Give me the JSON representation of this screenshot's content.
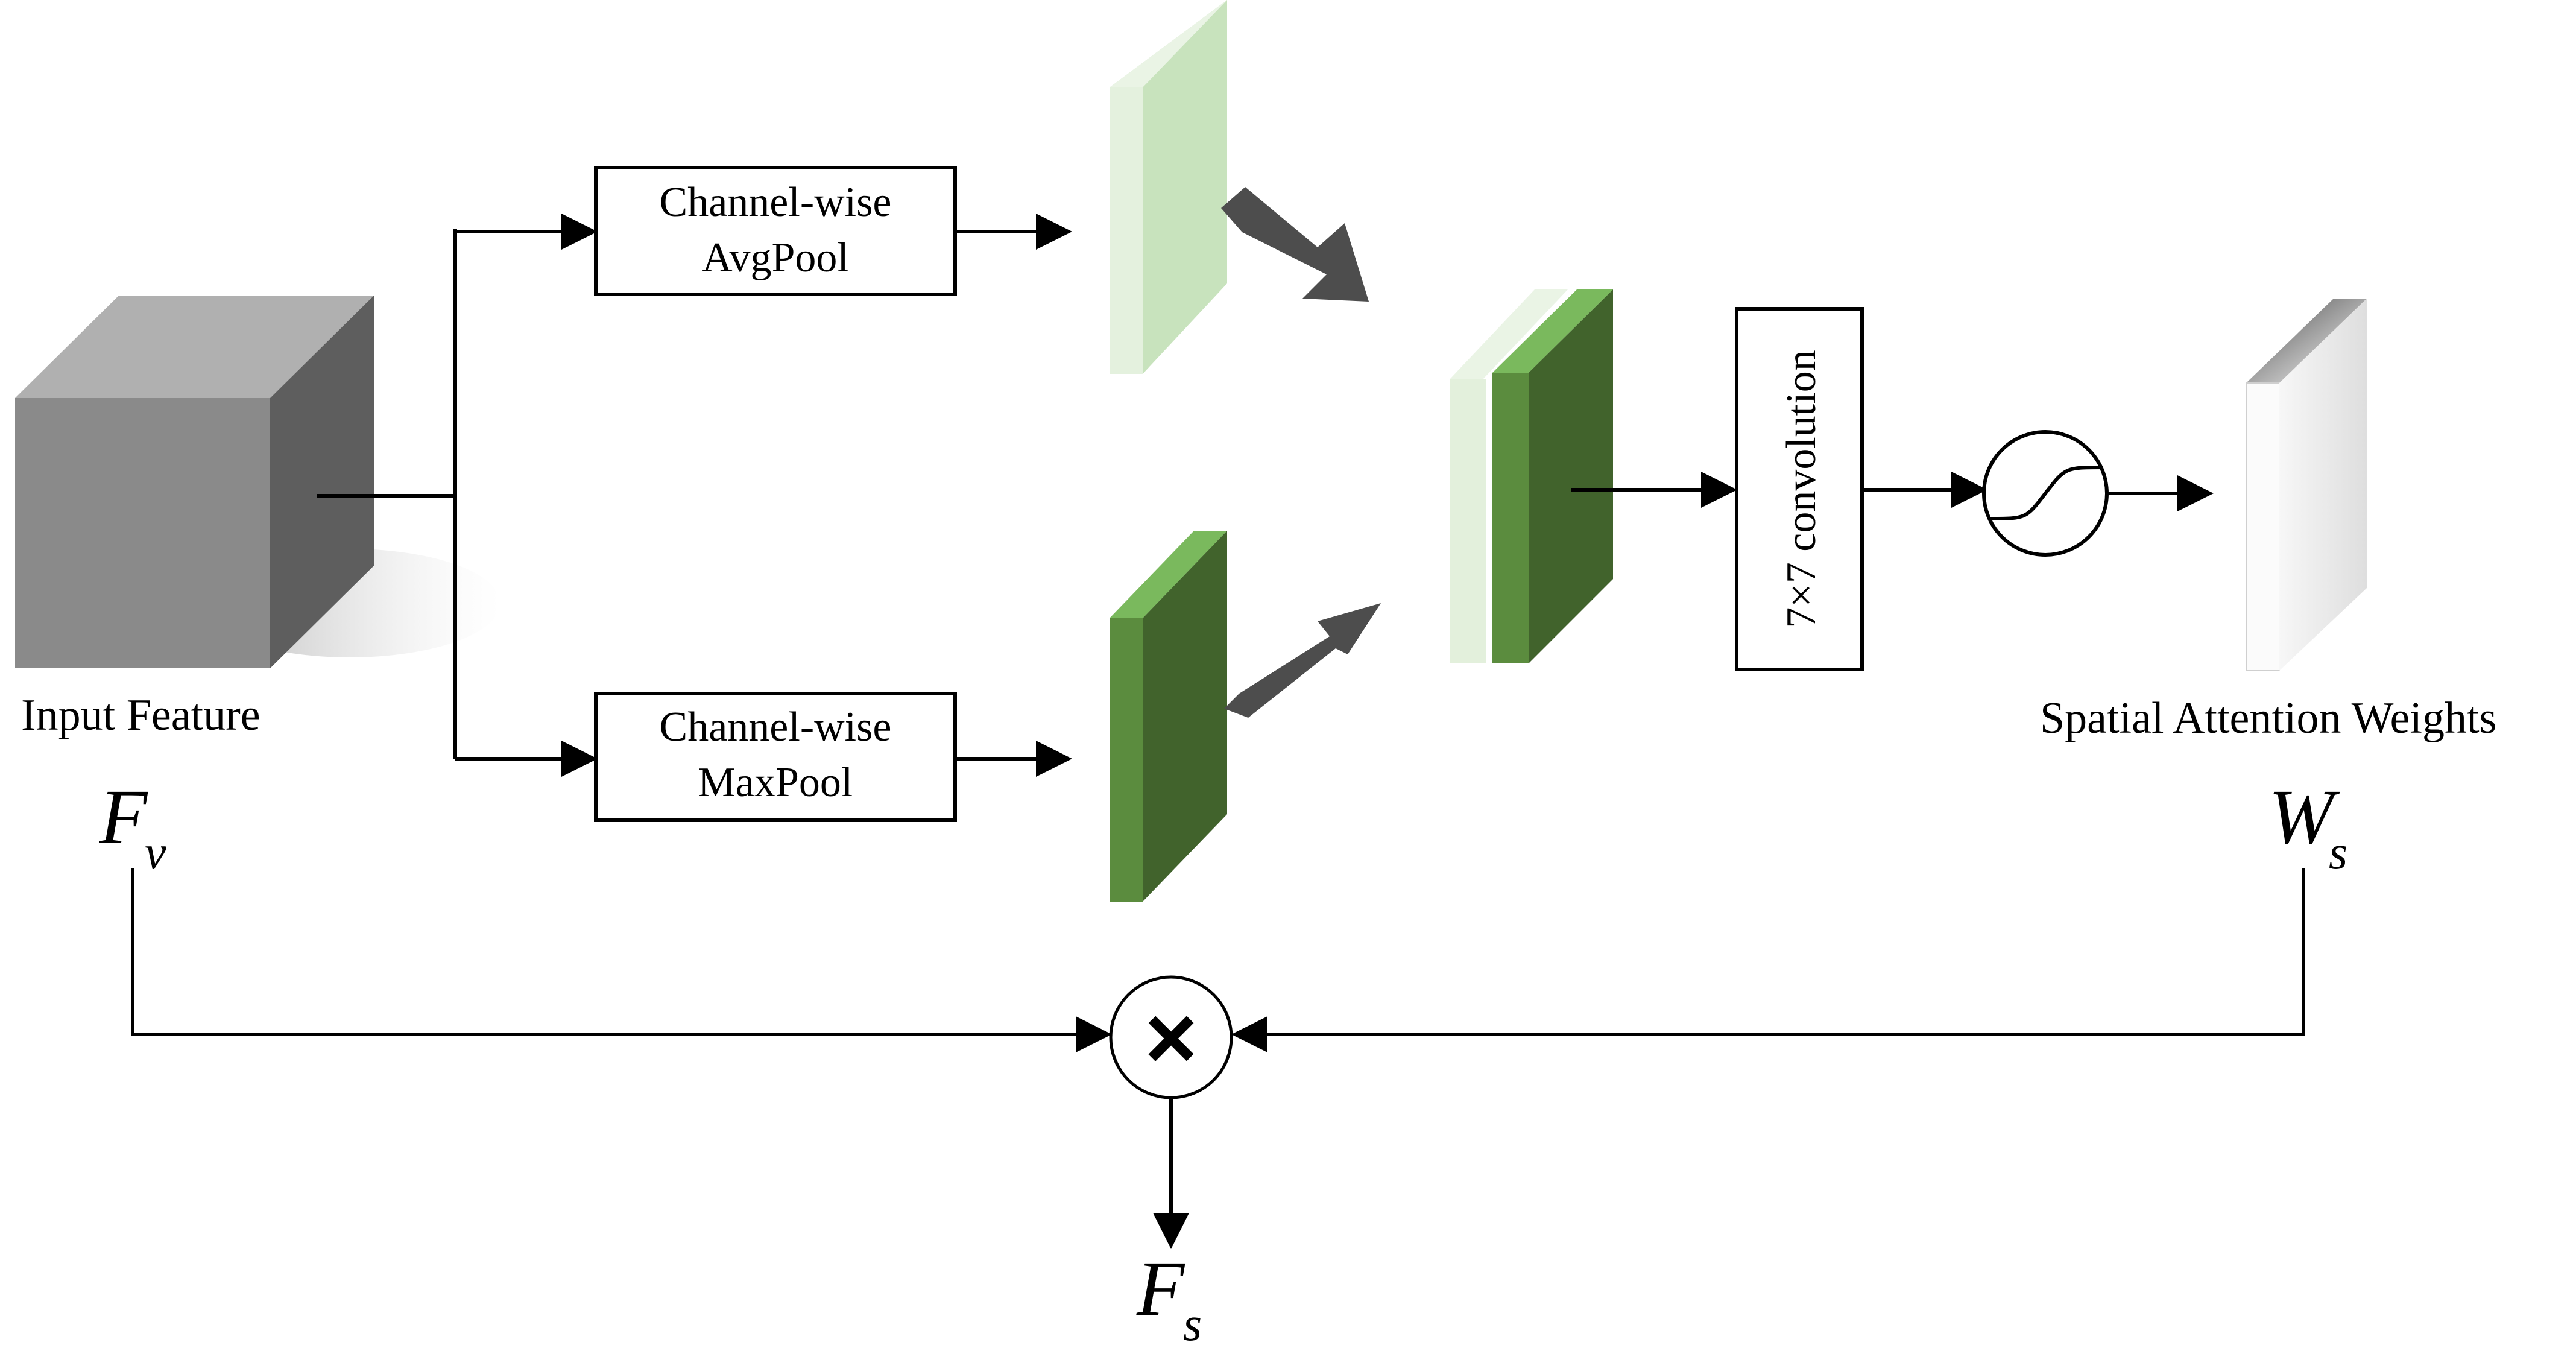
{
  "colors": {
    "cube_front": "#8a8a8a",
    "cube_top": "#b0b0b0",
    "cube_side": "#5e5e5e",
    "avg_map": "#c8e3bd",
    "max_map": "#41632c",
    "max_map_top": "#7ab95d",
    "mid_green": "#5b8c3e",
    "weights_map": "#e4e4e4",
    "fat_arrow": "#4d4d4d"
  },
  "input": {
    "label": "Input Feature",
    "symbol": "F",
    "subscript": "v"
  },
  "avgpool": {
    "line1": "Channel-wise",
    "line2": "AvgPool"
  },
  "maxpool": {
    "line1": "Channel-wise",
    "line2": "MaxPool"
  },
  "conv": {
    "label": "7×7 convolution"
  },
  "sigmoid": {
    "icon": "sigmoid-icon"
  },
  "output_weights": {
    "label": "Spatial Attention Weights",
    "symbol": "W",
    "subscript": "s"
  },
  "multiply": {
    "symbol": "×"
  },
  "result": {
    "symbol": "F",
    "subscript": "s"
  }
}
